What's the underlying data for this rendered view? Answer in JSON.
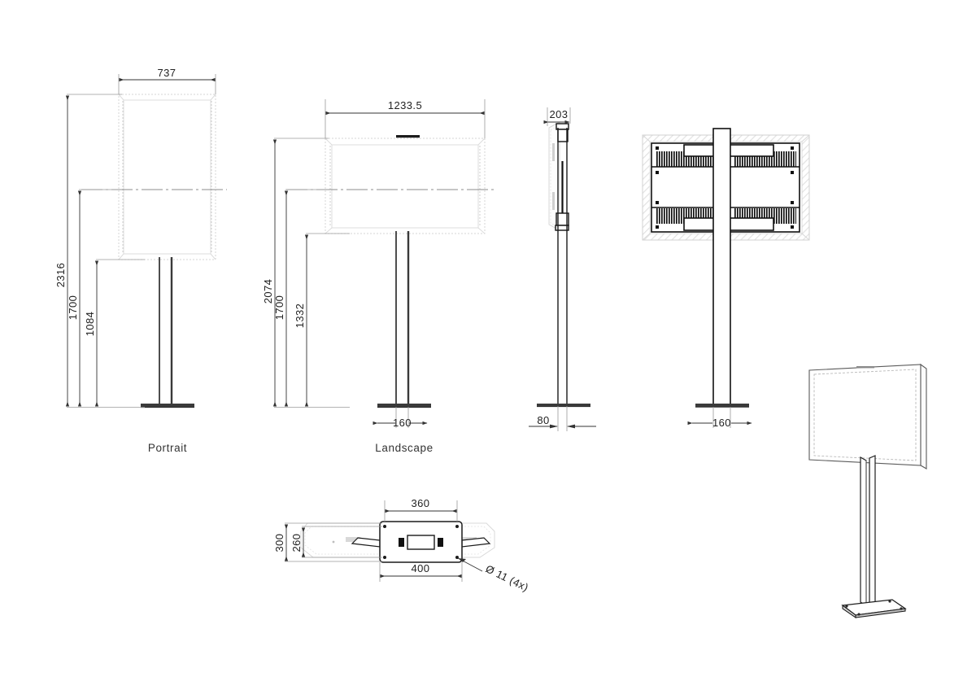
{
  "drawing": {
    "title": "Display floor stand technical drawing",
    "units": "mm",
    "background": "#ffffff",
    "line_color": "#1a1a1a",
    "ghost_color": "#c9c9c9",
    "dim_color": "#333333"
  },
  "views": {
    "portrait": {
      "label": "Portrait",
      "dimensions": {
        "width_top": "737",
        "total_height": "2316",
        "screen_center_height": "1700",
        "screen_bottom_height": "1084"
      }
    },
    "landscape": {
      "label": "Landscape",
      "dimensions": {
        "width_top": "1233.5",
        "total_height": "2074",
        "screen_center_height": "1700",
        "screen_bottom_height": "1332",
        "base_width": "160"
      }
    },
    "side": {
      "label": "",
      "dimensions": {
        "depth_top": "203",
        "base_depth": "80"
      }
    },
    "rear": {
      "label": "",
      "dimensions": {
        "base_width": "160"
      }
    },
    "base_detail": {
      "label": "",
      "dimensions": {
        "inner_width": "360",
        "outer_width": "400",
        "outer_height": "300",
        "inner_height": "260",
        "hole_note": "Ø 11 (4x)"
      }
    },
    "perspective": {
      "label": ""
    }
  }
}
